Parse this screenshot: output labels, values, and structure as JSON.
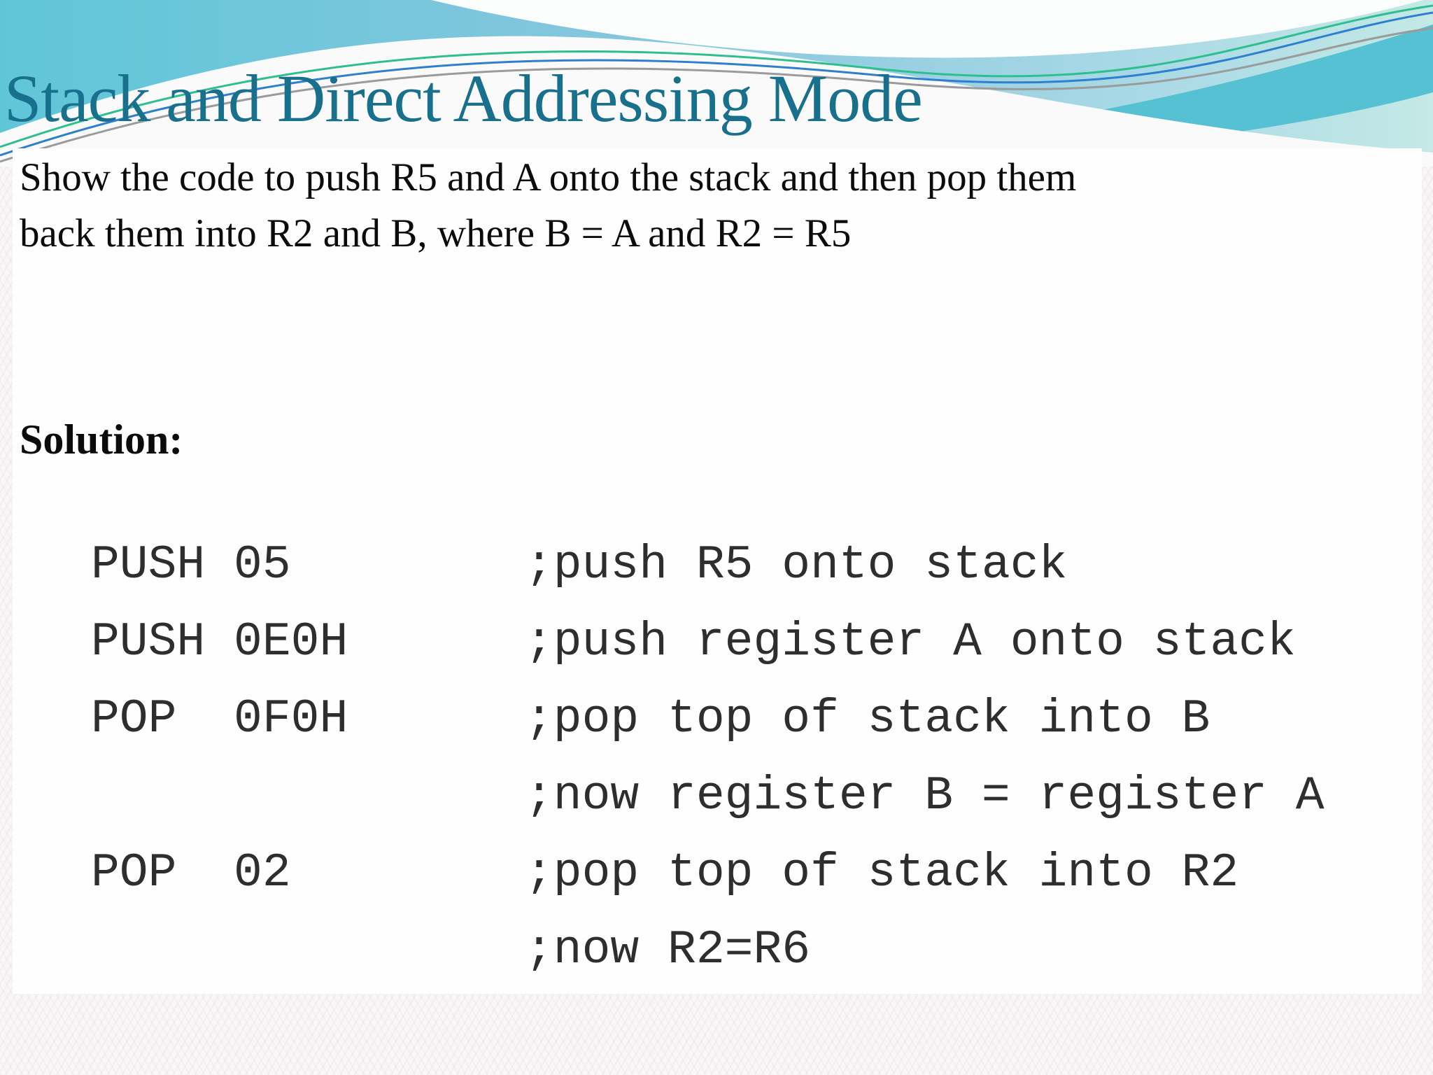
{
  "slide": {
    "title": "Stack and Direct Addressing Mode",
    "problem": {
      "line1": "Show the code to push R5 and A onto the stack and then pop them",
      "line2": "back them into R2 and B, where B = A and R2 = R5"
    },
    "solution_label": "Solution:",
    "code": {
      "lines": [
        {
          "instruction": "PUSH 05",
          "comment": ";push R5 onto stack"
        },
        {
          "instruction": "PUSH 0E0H",
          "comment": ";push register A onto stack"
        },
        {
          "instruction": "POP  0F0H",
          "comment": ";pop top of stack into B"
        },
        {
          "instruction": "",
          "comment": ";now register B = register A"
        },
        {
          "instruction": "POP  02",
          "comment": ";pop top of stack into R2"
        },
        {
          "instruction": "",
          "comment": ";now R2=R6"
        }
      ]
    },
    "colors": {
      "title_text": "#19708c",
      "header_cyan": "#5fc6d8",
      "header_light_blue": "#8ac6de",
      "header_mint": "#c4e9e6",
      "header_teal_band": "#55c1d3",
      "accent_green": "#2fbf8f",
      "accent_blue": "#2e7fd0",
      "accent_gray": "#9b9b9b",
      "body_text": "#0b0b0b",
      "code_text": "#2e2e2e"
    }
  }
}
